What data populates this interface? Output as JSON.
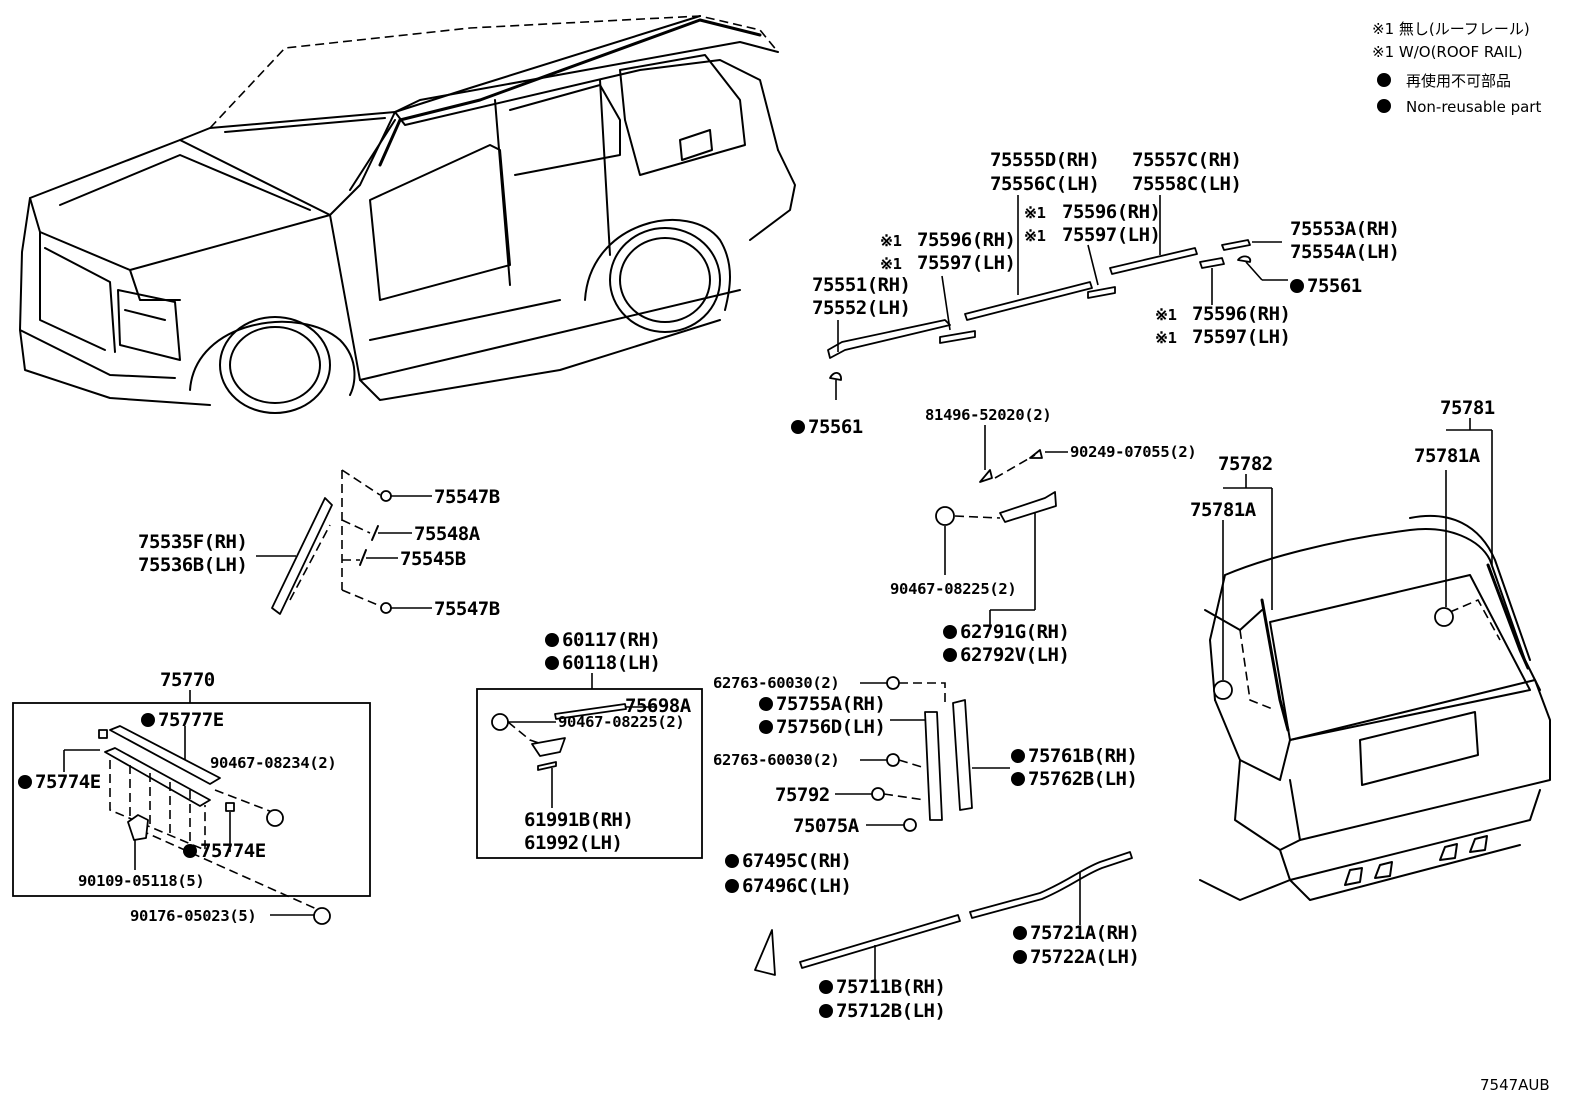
{
  "legend": {
    "line1": "※1  無し(ルーフレール)",
    "line2": "※1  W/O(ROOF RAIL)",
    "line3": "再使用不可部品",
    "line4": "Non-reusable part"
  },
  "diagram_code": "7547AUB",
  "labels": {
    "p75555D": "75555D(RH)",
    "p75556C": "75556C(LH)",
    "p75557C": "75557C(RH)",
    "p75558C": "75558C(LH)",
    "p75596_a": "75596(RH)",
    "p75597_a": "75597(LH)",
    "p75596_b": "75596(RH)",
    "p75597_b": "75597(LH)",
    "p75596_c": "75596(RH)",
    "p75597_c": "75597(LH)",
    "ref1": "※1",
    "p75553A": "75553A(RH)",
    "p75554A": "75554A(LH)",
    "p75561_r": "75561",
    "p75551": "75551(RH)",
    "p75552": "75552(LH)",
    "p75561_l": "75561",
    "p81496": "81496-52020(2)",
    "p90249": "90249-07055(2)",
    "p90467_a": "90467-08225(2)",
    "p62791G": "62791G(RH)",
    "p62792V": "62792V(LH)",
    "p75781": "75781",
    "p75781A_a": "75781A",
    "p75782": "75782",
    "p75781A_b": "75781A",
    "p75547B_a": "75547B",
    "p75548A": "75548A",
    "p75545B": "75545B",
    "p75547B_b": "75547B",
    "p75535F": "75535F(RH)",
    "p75536B": "75536B(LH)",
    "p75770": "75770",
    "p75777E": "75777E",
    "p90467_08234": "90467-08234(2)",
    "p75774E_a": "75774E",
    "p75774E_b": "75774E",
    "p90109": "90109-05118(5)",
    "p90176": "90176-05023(5)",
    "p60117": "60117(RH)",
    "p60118": "60118(LH)",
    "p75698A": "75698A",
    "p90467_b": "90467-08225(2)",
    "p61991B": "61991B(RH)",
    "p61992": "61992(LH)",
    "p62763_a": "62763-60030(2)",
    "p75755A": "75755A(RH)",
    "p75756D": "75756D(LH)",
    "p62763_b": "62763-60030(2)",
    "p75792": "75792",
    "p75075A": "75075A",
    "p75761B": "75761B(RH)",
    "p75762B": "75762B(LH)",
    "p67495C": "67495C(RH)",
    "p67496C": "67496C(LH)",
    "p75711B": "75711B(RH)",
    "p75712B": "75712B(LH)",
    "p75721A": "75721A(RH)",
    "p75722A": "75722A(LH)"
  }
}
